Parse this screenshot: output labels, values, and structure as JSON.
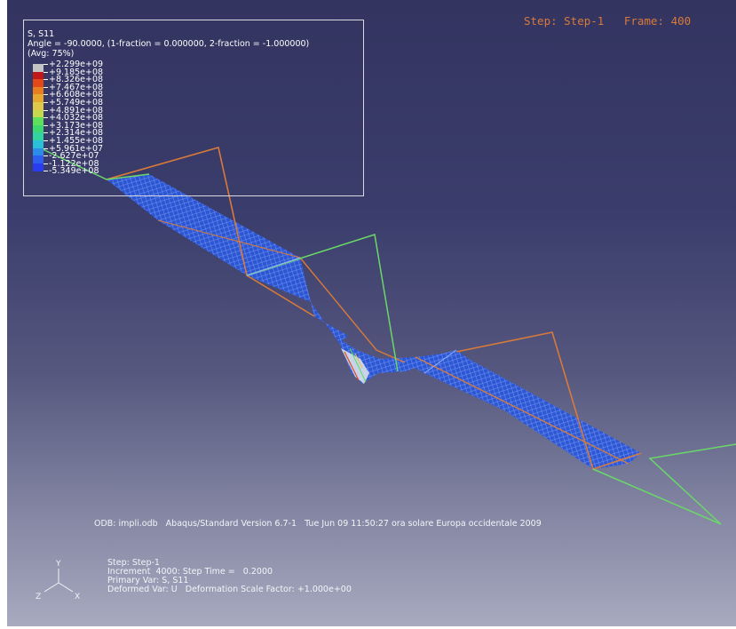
{
  "legend": {
    "title": "S, S11",
    "angle_line": "Angle = -90.0000, (1-fraction = 0.000000, 2-fraction = -1.000000)",
    "avg_line": "(Avg: 75%)",
    "levels": [
      {
        "value": "+2.299e+09",
        "color": "#c4c4c4"
      },
      {
        "value": "+9.185e+08",
        "color": "#c01818"
      },
      {
        "value": "+8.326e+08",
        "color": "#e24818"
      },
      {
        "value": "+7.467e+08",
        "color": "#e87e20"
      },
      {
        "value": "+6.608e+08",
        "color": "#e6a82e"
      },
      {
        "value": "+5.749e+08",
        "color": "#e0c84a"
      },
      {
        "value": "+4.891e+08",
        "color": "#c6d84e"
      },
      {
        "value": "+4.032e+08",
        "color": "#5ee05a"
      },
      {
        "value": "+3.173e+08",
        "color": "#3ed870"
      },
      {
        "value": "+2.314e+08",
        "color": "#32d4a0"
      },
      {
        "value": "+1.455e+08",
        "color": "#2cc0d8"
      },
      {
        "value": "+5.961e+07",
        "color": "#2c8ce8"
      },
      {
        "value": "-2.627e+07",
        "color": "#2e5ef0"
      },
      {
        "value": "-1.122e+08",
        "color": "#2a3cf0"
      },
      {
        "value": "-5.349e+08",
        "color": "#202020"
      }
    ]
  },
  "header": {
    "step_frame": "Step: Step-1   Frame: 400"
  },
  "footer": {
    "odb_line": "ODB: impli.odb   Abaqus/Standard Version 6.7-1   Tue Jun 09 11:50:27 ora solare Europa occidentale 2009",
    "step_line": "Step: Step-1",
    "increment_line": "Increment  4000: Step Time =   0.2000",
    "primary_var_line": "Primary Var: S, S11",
    "deformed_var_line": "Deformed Var: U   Deformation Scale Factor: +1.000e+00"
  },
  "triad": {
    "y_label": "Y",
    "z_label": "Z",
    "x_label": "X"
  },
  "colors": {
    "orange_edge": "#d87a3a",
    "green_edge": "#6ad868",
    "mesh_blue": "#2a5ce8"
  }
}
